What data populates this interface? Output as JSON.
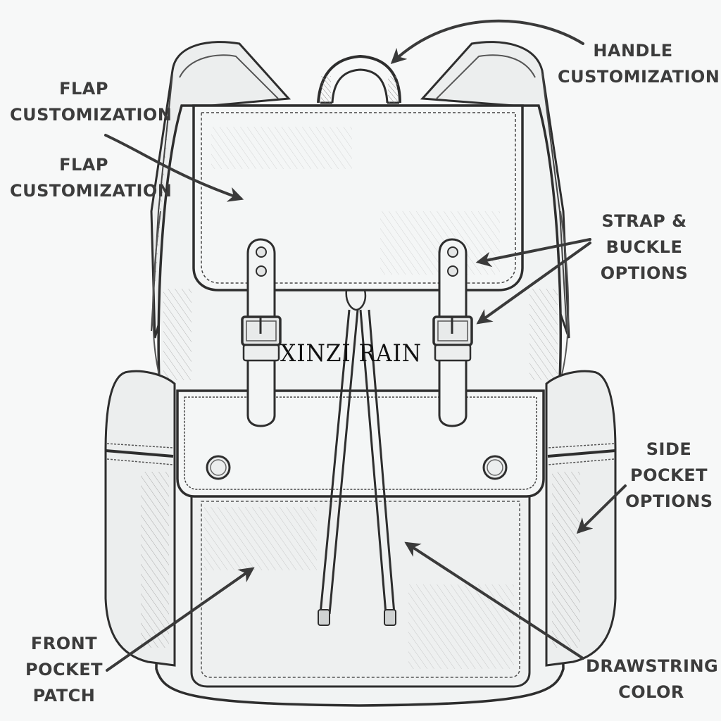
{
  "diagram": {
    "subject": "backpack-sketch",
    "watermark": "XINZI RAIN",
    "labels": {
      "flap_1": {
        "line1": "FLAP",
        "line2": "CUSTOMIZATION"
      },
      "flap_2": {
        "line1": "FLAP",
        "line2": "CUSTOMIZATION"
      },
      "handle": {
        "line1": "HANDLE",
        "line2": "CUSTOMIZATION"
      },
      "strap_buckle": {
        "line1": "STRAP &",
        "line2": "BUCKLE",
        "line3": "OPTIONS"
      },
      "side_pocket": {
        "line1": "SIDE",
        "line2": "POCKET",
        "line3": "OPTIONS"
      },
      "front_pocket": {
        "line1": "FRONT",
        "line2": "POCKET",
        "line3": "PATCH"
      },
      "drawstring": {
        "line1": "DRAWSTRING",
        "line2": "COLOR"
      }
    },
    "colors": {
      "background": "#f7f8f8",
      "ink": "#3c3c3c",
      "sketch_line": "#2e2e2e",
      "sketch_fill": "#f1f3f3"
    }
  }
}
